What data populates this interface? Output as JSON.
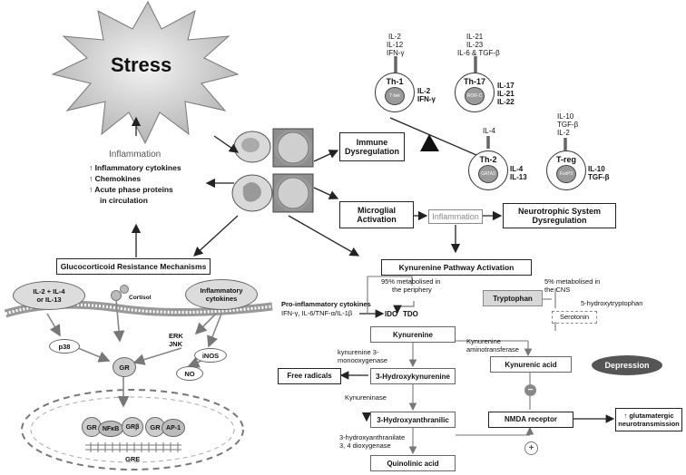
{
  "stress": "Stress",
  "inflammation_panel": {
    "title": "Inflammation",
    "items": [
      "↑ Inflammatory cytokines",
      "↑ Chemokines",
      "↑ Acute phase proteins",
      "in circulation"
    ]
  },
  "boxes": {
    "immune": "Immune Dysregulation",
    "microglial": "Microglial Activation",
    "inflammation": "Inflammation",
    "neurotrophic": "Neurotrophic System Dysregulation",
    "glucocorticoid": "Glucocorticoid Resistance Mechanisms",
    "kynurenine_activation": "Kynurenine Pathway Activation",
    "free_radicals": "Free radicals",
    "nmda": "NMDA receptor",
    "glutamatergic": "↑ glutamatergic neurotransmission"
  },
  "th_cells": {
    "th1": {
      "name": "Th-1",
      "tf": "T-bet",
      "inputs": [
        "IL-2",
        "IL-12",
        "IFN-γ"
      ],
      "outputs": [
        "IL-2",
        "IFN-γ"
      ]
    },
    "th17": {
      "name": "Th-17",
      "tf": "ROR-C",
      "inputs": [
        "IL-21",
        "IL-23",
        "IL-6 & TGF-β"
      ],
      "outputs": [
        "IL-17",
        "IL-21",
        "IL-22"
      ]
    },
    "th2": {
      "name": "Th-2",
      "tf": "GATA3",
      "inputs": [
        "IL-4"
      ],
      "outputs": [
        "IL-4",
        "IL-13"
      ]
    },
    "treg": {
      "name": "T-reg",
      "tf": "FoxP3",
      "inputs": [
        "IL-10",
        "TGF-β",
        "IL-2"
      ],
      "outputs": [
        "IL-10",
        "TGF-β"
      ]
    }
  },
  "pathway": {
    "tryptophan": "Tryptophan",
    "periphery_note": [
      "95% metabolised in",
      "the periphery"
    ],
    "cns_note": [
      "5% metabolised in",
      "the CNS"
    ],
    "five_htp": "5-hydroxytryptophan",
    "serotonin": "Serotonin",
    "pro_inflam": [
      "Pro-inflammatory cytokines",
      "IFN-γ, IL-6/TNF-α/IL-1β"
    ],
    "ido": "IDO",
    "tdo": "TDO",
    "kynurenine": "Kynurenine",
    "kmo": [
      "kynurenine 3-",
      "monooxygenase"
    ],
    "kat": [
      "Kynurenine",
      "aminotransferase"
    ],
    "kynurenic_acid": "Kynurenic acid",
    "depression": "Depression",
    "hk": "3-Hydroxykynurenine",
    "kynureninase": "Kynureninase",
    "haa": "3-Hydroxyanthranilic",
    "haao": [
      "3-hydroxyanthranilate",
      "3, 4 dioxygenase"
    ],
    "quinolinic": "Quinolinic acid",
    "minus": "−",
    "plus": "+"
  },
  "gr_panel": {
    "il": [
      "IL-2 + IL-4",
      "or IL-13"
    ],
    "cytokines": [
      "Inflammatory",
      "cytokines"
    ],
    "cortisol": "Cortisol",
    "p38": "p38",
    "erk": [
      "ERK",
      "JNK"
    ],
    "inos": "iNOS",
    "no": "NO",
    "gr": "GR",
    "nfkb": "NFκB",
    "grp": "GRβ",
    "ap1": "AP-1",
    "gre": "GRE"
  }
}
